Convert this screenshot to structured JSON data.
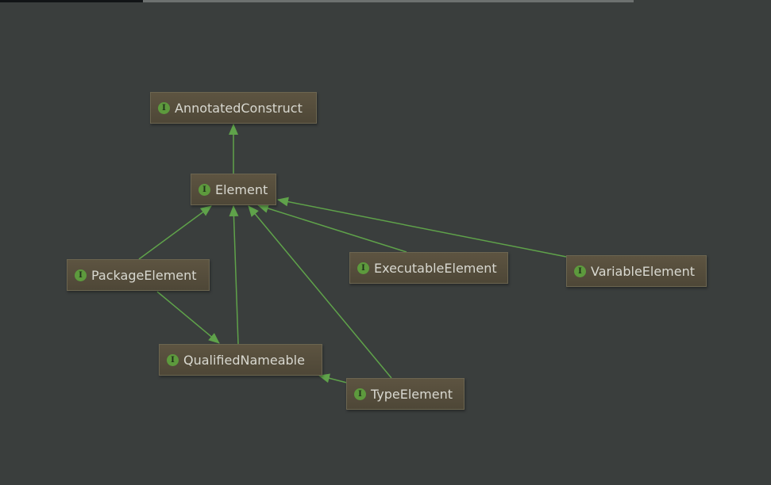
{
  "interface_badge": "I",
  "nodes": {
    "annotated_construct": "AnnotatedConstruct",
    "element": "Element",
    "package_element": "PackageElement",
    "executable_element": "ExecutableElement",
    "variable_element": "VariableElement",
    "qualified_nameable": "QualifiedNameable",
    "type_element": "TypeElement"
  },
  "edges": [
    {
      "from": "Element",
      "to": "AnnotatedConstruct"
    },
    {
      "from": "PackageElement",
      "to": "Element"
    },
    {
      "from": "QualifiedNameable",
      "to": "Element"
    },
    {
      "from": "TypeElement",
      "to": "Element"
    },
    {
      "from": "ExecutableElement",
      "to": "Element"
    },
    {
      "from": "VariableElement",
      "to": "Element"
    },
    {
      "from": "PackageElement",
      "to": "QualifiedNameable"
    },
    {
      "from": "TypeElement",
      "to": "QualifiedNameable"
    }
  ],
  "colors": {
    "background": "#3a3e3d",
    "edge": "#5fa24a",
    "node": "#564e3c"
  }
}
